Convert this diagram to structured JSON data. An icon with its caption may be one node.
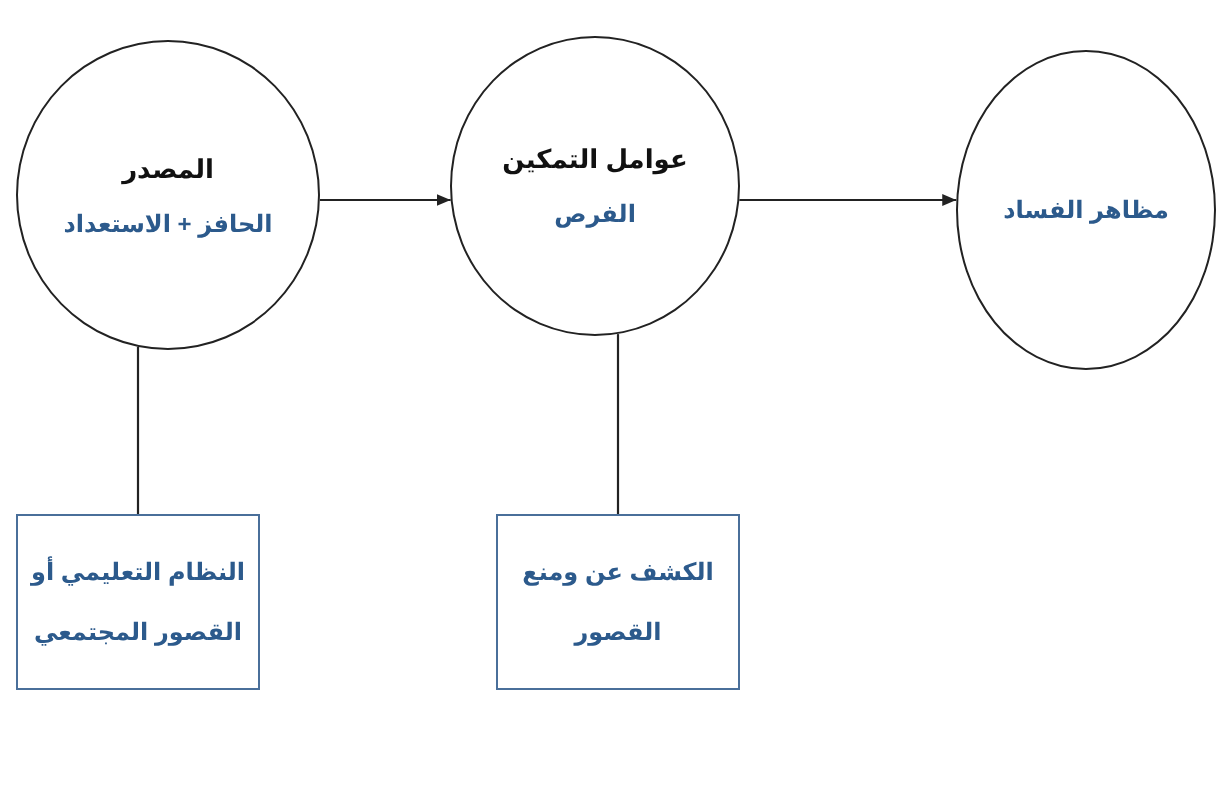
{
  "diagram": {
    "nodes": [
      {
        "text": [
          "المصدر",
          "الحافز + الاستعداد"
        ]
      },
      {
        "text": [
          "عوامل التمكين",
          "الفرص"
        ]
      },
      {
        "text": [
          "مظاهر الفساد"
        ]
      },
      {
        "text": [
          "النظام التعليمي أو القصور المجتمعي"
        ]
      },
      {
        "text": [
          "الكشف عن ومنع القصور"
        ]
      }
    ],
    "edges": [
      {
        "from": 0,
        "to": 1,
        "arrow": "to"
      },
      {
        "from": 1,
        "to": 2,
        "arrow": "to"
      },
      {
        "from": 0,
        "to": 3,
        "arrow": "none"
      },
      {
        "from": 1,
        "to": 4,
        "arrow": "none"
      }
    ]
  }
}
